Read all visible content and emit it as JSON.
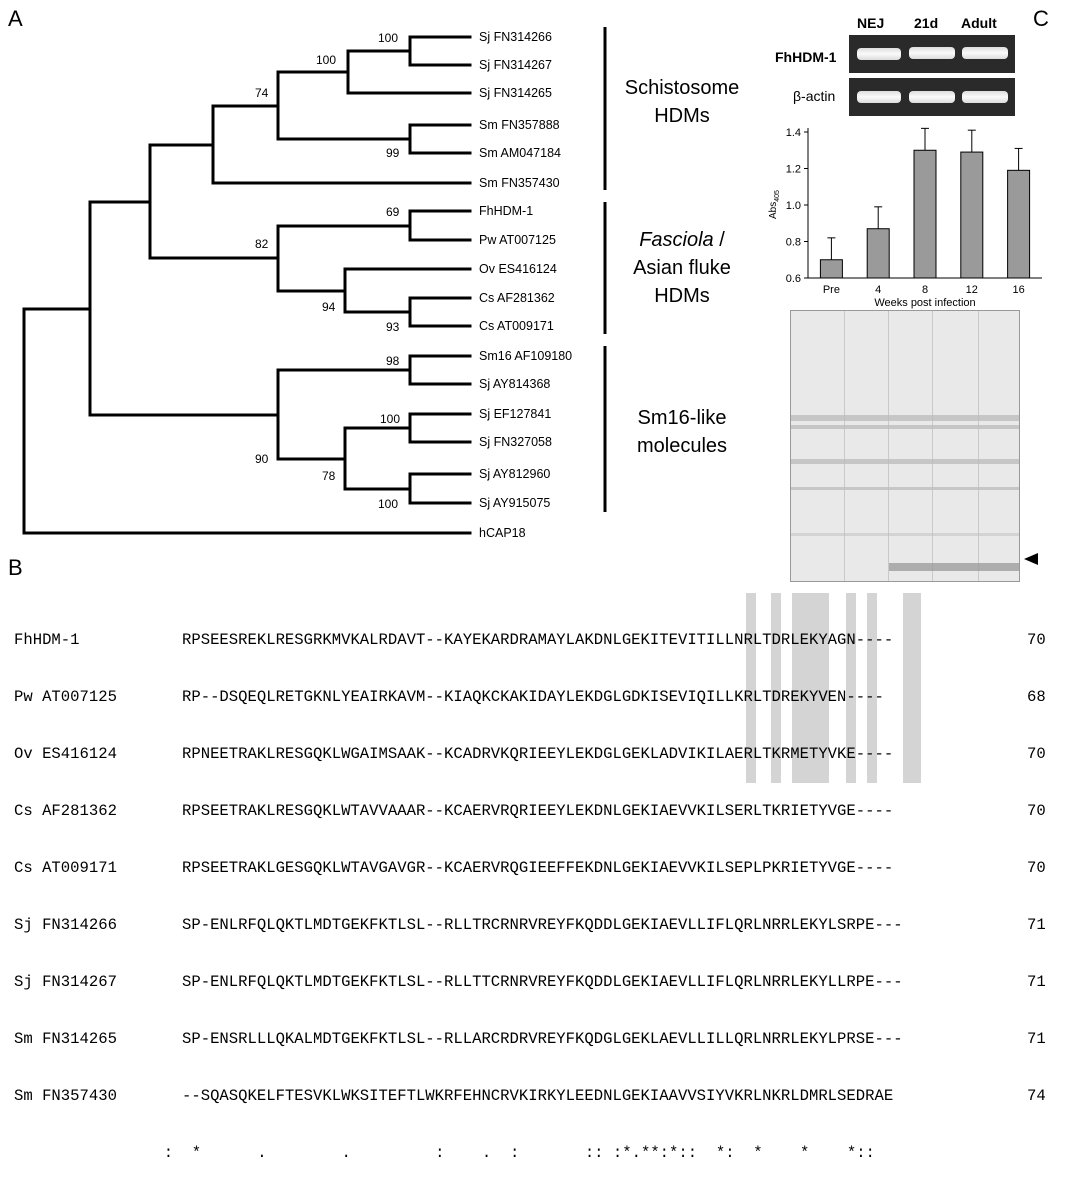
{
  "panels": {
    "a": "A",
    "b": "B",
    "c": "C"
  },
  "tree": {
    "leaves": [
      "Sj FN314266",
      "Sj FN314267",
      "Sj FN314265",
      "Sm FN357888",
      "Sm AM047184",
      "Sm FN357430",
      "FhHDM-1",
      "Pw AT007125",
      "Ov ES416124",
      "Cs AF281362",
      "Cs AT009171",
      "Sm16 AF109180",
      "Sj AY814368",
      "Sj EF127841",
      "Sj FN327058",
      "Sj AY812960",
      "Sj AY915075",
      "hCAP18"
    ],
    "bootstraps": [
      "100",
      "100",
      "74",
      "99",
      "69",
      "82",
      "94",
      "93",
      "98",
      "90",
      "100",
      "78",
      "100"
    ],
    "groups": {
      "schisto_1": "Schistosome",
      "schisto_2": "HDMs",
      "fasciola_1a": "Fasciola",
      "fasciola_1b": " /",
      "fasciola_2": "Asian fluke",
      "fasciola_3": "HDMs",
      "sm16_1": "Sm16-like",
      "sm16_2": "molecules"
    }
  },
  "gel": {
    "columns": [
      "NEJ",
      "21d",
      "Adult"
    ],
    "rows": [
      "FhHDM-1",
      "β-actin"
    ]
  },
  "chart_data": {
    "type": "bar",
    "categories": [
      "Pre",
      "4",
      "8",
      "12",
      "16"
    ],
    "values": [
      0.7,
      0.87,
      1.3,
      1.29,
      1.19
    ],
    "errors": [
      0.12,
      0.12,
      0.12,
      0.12,
      0.12
    ],
    "xlabel": "Weeks post infection",
    "ylabel": "Abs",
    "ylabel_sub": "405",
    "ylim": [
      0.6,
      1.4
    ],
    "yticks": [
      "0.6",
      "0.8",
      "1.0",
      "1.2",
      "1.4"
    ],
    "bar_color": "#9a9a9a"
  },
  "alignment": {
    "rows": [
      {
        "name": "FhHDM-1",
        "seq": "RPSEESREKLRESGRKMVKALRDAVT--KAYEKARDRAMAYLAKDNLGEKITEVITILLNRLTDRLEKYAGN----",
        "num": "70"
      },
      {
        "name": "Pw AT007125",
        "seq": "RP--DSQEQLRETGKNLYEAIRKAVM--KIAQKCKAKIDAYLEKDGLGDKISEVIQILLKRLTDREKYVEN----",
        "num": "68"
      },
      {
        "name": "Ov ES416124",
        "seq": "RPNEETRAKLRESGQKLWGAIMSAAK--KCADRVKQRIEEYLEKDGLGEKLADVIKILAERLTKRMETYVKE----",
        "num": "70"
      },
      {
        "name": "Cs AF281362",
        "seq": "RPSEETRAKLRESGQKLWTAVVAAAR--KCAERVRQRIEEYLEKDNLGEKIAEVVKILSERLTKRIETYVGE----",
        "num": "70"
      },
      {
        "name": "Cs AT009171",
        "seq": "RPSEETRAKLGESGQKLWTAVGAVGR--KCAERVRQGIEEFFEKDNLGEKIAEVVKILSEPLPKRIETYVGE----",
        "num": "70"
      },
      {
        "name": "Sj FN314266",
        "seq": "SP-ENLRFQLQKTLMDTGEKFKTLSL--RLLTRCRNRVREYFKQDDLGEKIAEVLLIFLQRLNRRLEKYLSRPE---",
        "num": "71"
      },
      {
        "name": "Sj FN314267",
        "seq": "SP-ENLRFQLQKTLMDTGEKFKTLSL--RLLTTCRNRVREYFKQDDLGEKIAEVLLIFLQRLNRRLEKYLLRPE---",
        "num": "71"
      },
      {
        "name": "Sm FN314265",
        "seq": "SP-ENSRLLLQKALMDTGEKFKTLSL--RLLARCRDRVREYFKQDGLGEKLAEVLLILLQRLNRRLEKYLPRSE---",
        "num": "71"
      },
      {
        "name": "Sm FN357430",
        "seq": "--SQASQKELFTESVKLWKSITEFTLWKRFEHNCRVKIRKYLEEDNLGEKIAAVVSIYVKRLNKRLDMRLSEDRAE",
        "num": "74"
      }
    ],
    "consensus": "                :  *      .        .         :    .  :       :: :*.**:*::  *:  *    *    *::"
  }
}
